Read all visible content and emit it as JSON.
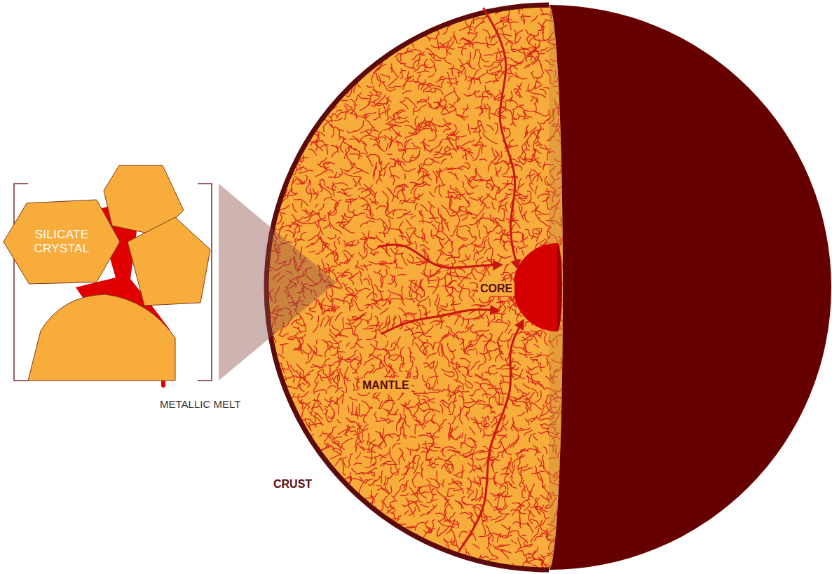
{
  "diagram": {
    "nodes": [
      {
        "text": [
          "SILICATE CRYSTAL"
        ]
      }
    ],
    "labels": [
      "METALLIC MELT",
      "CORE",
      "MANTLE",
      "CRUST"
    ]
  }
}
